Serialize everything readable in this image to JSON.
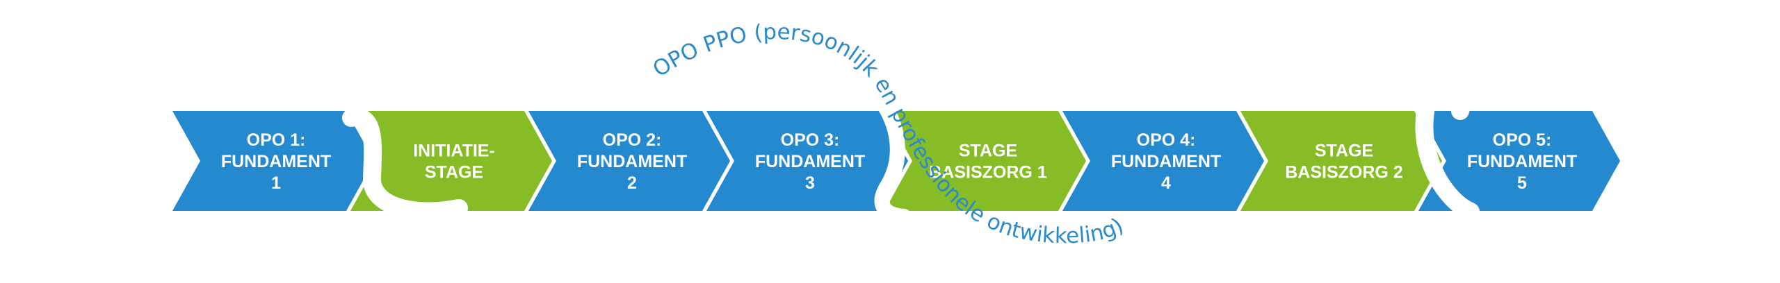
{
  "colors": {
    "blue": "#2589d0",
    "green": "#86bc25",
    "arc_text": "#2a8acb",
    "background": "#ffffff"
  },
  "steps": [
    {
      "lines": [
        "OPO 1:",
        "FUNDAMENT",
        "1"
      ],
      "color": "blue"
    },
    {
      "lines": [
        "INITIATIE-",
        "STAGE"
      ],
      "color": "green"
    },
    {
      "lines": [
        "OPO 2:",
        "FUNDAMENT",
        "2"
      ],
      "color": "blue"
    },
    {
      "lines": [
        "OPO 3:",
        "FUNDAMENT",
        "3"
      ],
      "color": "blue"
    },
    {
      "lines": [
        "STAGE",
        "BASISZORG 1"
      ],
      "color": "green"
    },
    {
      "lines": [
        "OPO 4:",
        "FUNDAMENT",
        "4"
      ],
      "color": "blue"
    },
    {
      "lines": [
        "STAGE",
        "BASISZORG 2"
      ],
      "color": "green"
    },
    {
      "lines": [
        "OPO 5:",
        "FUNDAMENT",
        "5"
      ],
      "color": "blue"
    }
  ],
  "arc_label": "OPO PPO (persoonlijk en professionele ontwikkeling)"
}
